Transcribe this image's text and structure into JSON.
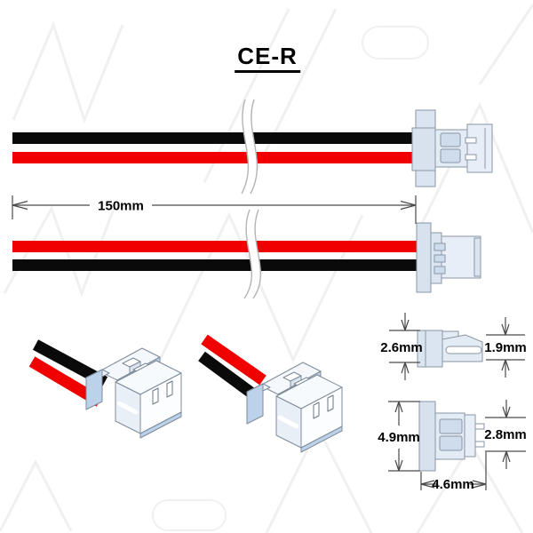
{
  "title": "CE-R",
  "dims": {
    "cable_length": "150mm",
    "latch_height": "2.6mm",
    "tab_height": "1.9mm",
    "flange_height": "4.9mm",
    "housing_height": "2.8mm",
    "housing_width": "4.6mm"
  },
  "colors": {
    "wire_black": "#0a0a0a",
    "wire_red": "#f00000",
    "connector_fill": "#e3ebf5",
    "connector_shade": "#bcd2ea",
    "outline": "#8a96a4",
    "dimension_line": "#4a4a4a",
    "break_line": "#b3b3b3",
    "watermark": "#f0f0f0"
  },
  "assemblies": [
    {
      "id": "top",
      "wires_top_to_bottom": [
        "black",
        "red"
      ],
      "connector_view": "plan"
    },
    {
      "id": "bottom",
      "wires_top_to_bottom": [
        "red",
        "black"
      ],
      "connector_view": "side"
    }
  ],
  "detail_views": [
    {
      "id": "iso-left",
      "wires_top_to_bottom": [
        "black",
        "red"
      ]
    },
    {
      "id": "iso-middle",
      "wires_top_to_bottom": [
        "red",
        "black"
      ]
    },
    {
      "id": "side-view",
      "labels": [
        "2.6mm",
        "1.9mm"
      ]
    },
    {
      "id": "front-view",
      "labels": [
        "4.9mm",
        "2.8mm",
        "4.6mm"
      ]
    }
  ]
}
